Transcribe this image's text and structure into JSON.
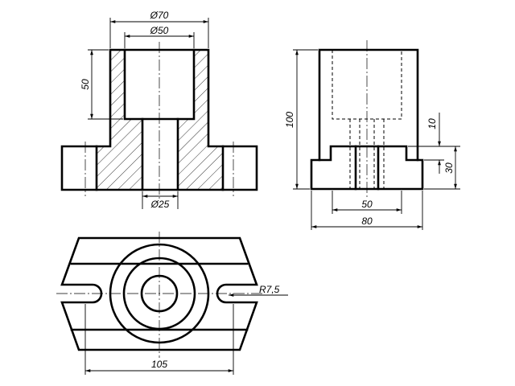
{
  "dimensions": {
    "d70": "Ø70",
    "d50": "Ø50",
    "h50": "50",
    "d25": "Ø25",
    "h100": "100",
    "h10": "10",
    "h30": "30",
    "w50": "50",
    "w80": "80",
    "r7_5": "R7,5",
    "w105": "105"
  }
}
